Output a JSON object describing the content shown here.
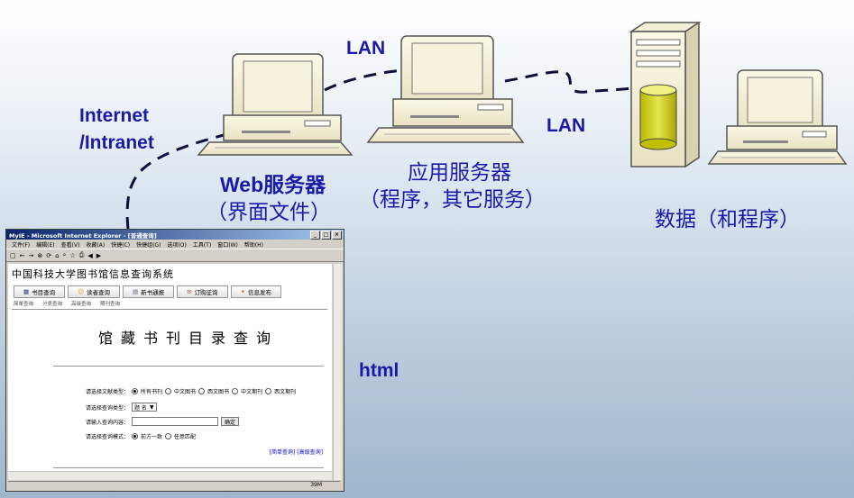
{
  "labels": {
    "lan_top": "LAN",
    "lan_right": "LAN",
    "internet_line1": "Internet",
    "internet_line2": "/Intranet",
    "web_server_line1": "Web服务器",
    "web_server_line2": "（界面文件）",
    "app_server_line1": "应用服务器",
    "app_server_line2": "（程序，其它服务）",
    "data_label": "数据（和程序）",
    "html_label": "html"
  },
  "browser": {
    "title": "MyIE - Microsoft Internet Explorer - [普通查询]",
    "menu": [
      "文件(F)",
      "编辑(E)",
      "查看(V)",
      "收藏(A)",
      "快捷(C)",
      "快捷组(G)",
      "选项(O)",
      "工具(T)",
      "窗口(W)",
      "帮助(H)"
    ],
    "site_title": "中国科技大学图书馆信息查询系统",
    "nav_tabs": [
      "书目查询",
      "读者查询",
      "新书通报",
      "订购征询",
      "信息发布"
    ],
    "sub_nav": [
      "简单查询",
      "分类查询",
      "高级查询",
      "期刊查询"
    ],
    "page_title": "馆藏书刊目录查询",
    "form": {
      "type_label": "请选择文献类型：",
      "type_options": [
        "所有书刊",
        "中文图书",
        "西文图书",
        "中文期刊",
        "西文期刊"
      ],
      "query_type_label": "请选择查询类型：",
      "query_type_value": "题 名",
      "input_label": "请输入查询内容：",
      "confirm_button": "确定",
      "mode_label": "请选择查询模式：",
      "mode_options": [
        "前方一致",
        "任意匹配"
      ]
    },
    "links": "[简单查询] [高级查询]",
    "status": "39M"
  },
  "colors": {
    "label": "#1a1aa8",
    "connector": "#10103a"
  }
}
